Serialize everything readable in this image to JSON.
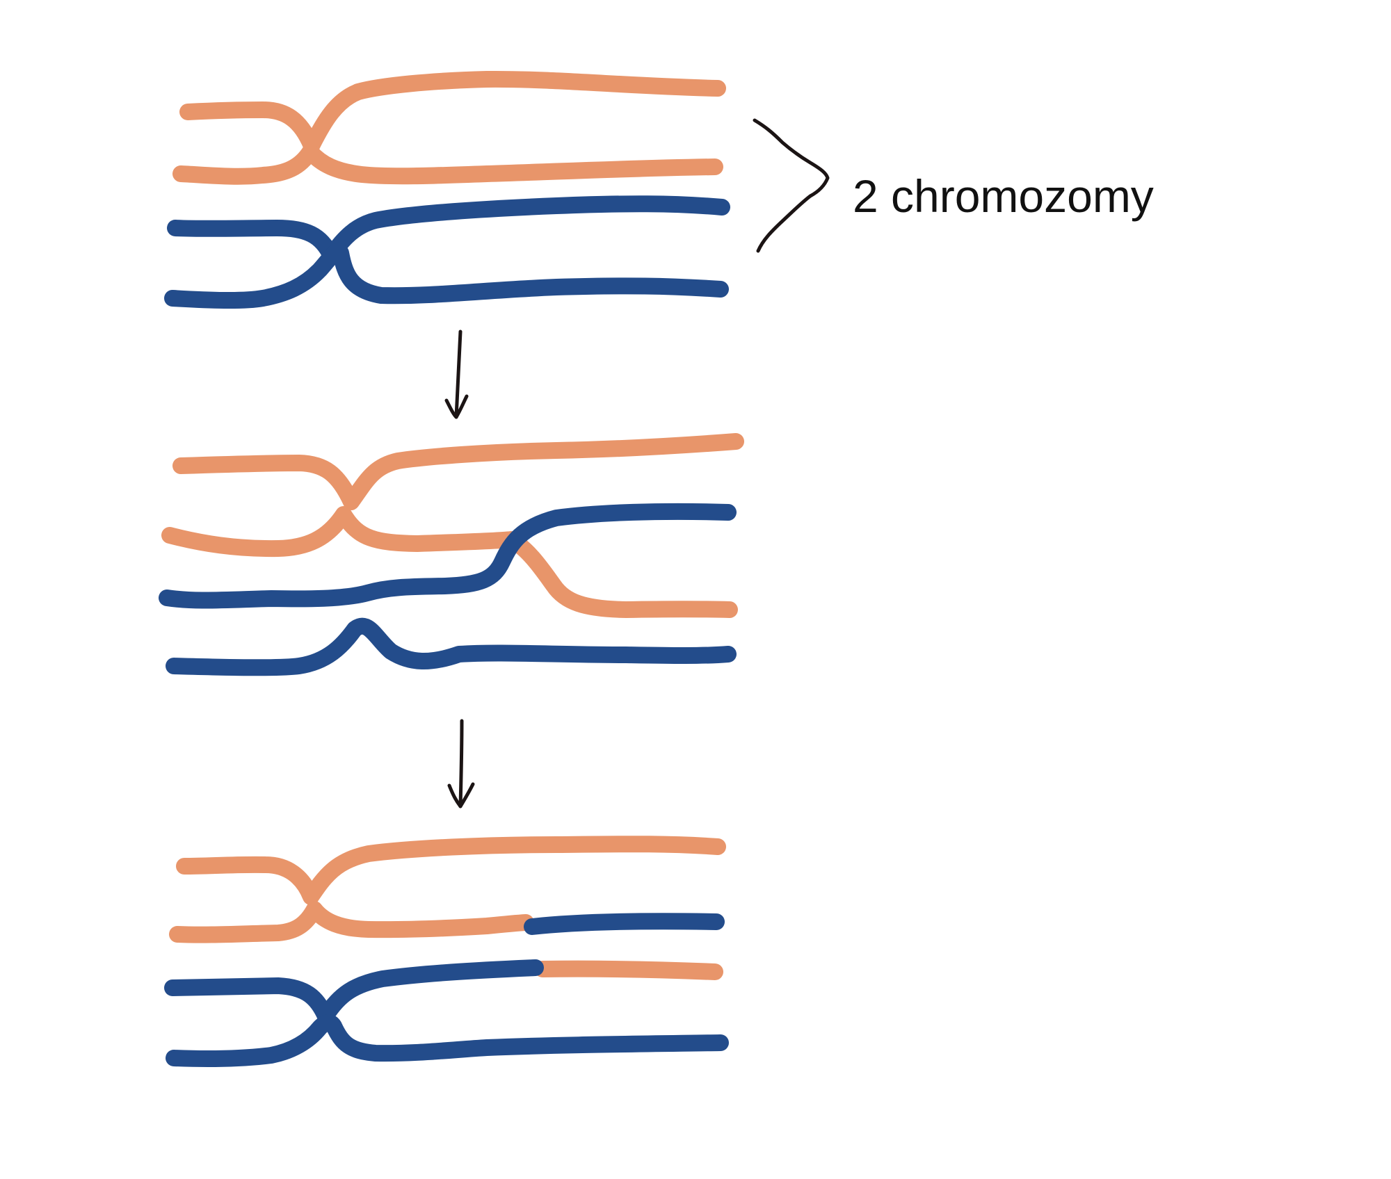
{
  "colors": {
    "orange": "#E8956A",
    "blue": "#234C8B",
    "ink": "#1B1414",
    "background": "#FFFFFF"
  },
  "annotation": {
    "label": "2 chromozomy",
    "icon": "curly-brace"
  },
  "stages": [
    {
      "name": "before-crossing-over"
    },
    {
      "name": "crossing-over"
    },
    {
      "name": "after-recombination"
    }
  ],
  "arrows": [
    {
      "icon": "arrow-down"
    },
    {
      "icon": "arrow-down"
    }
  ]
}
